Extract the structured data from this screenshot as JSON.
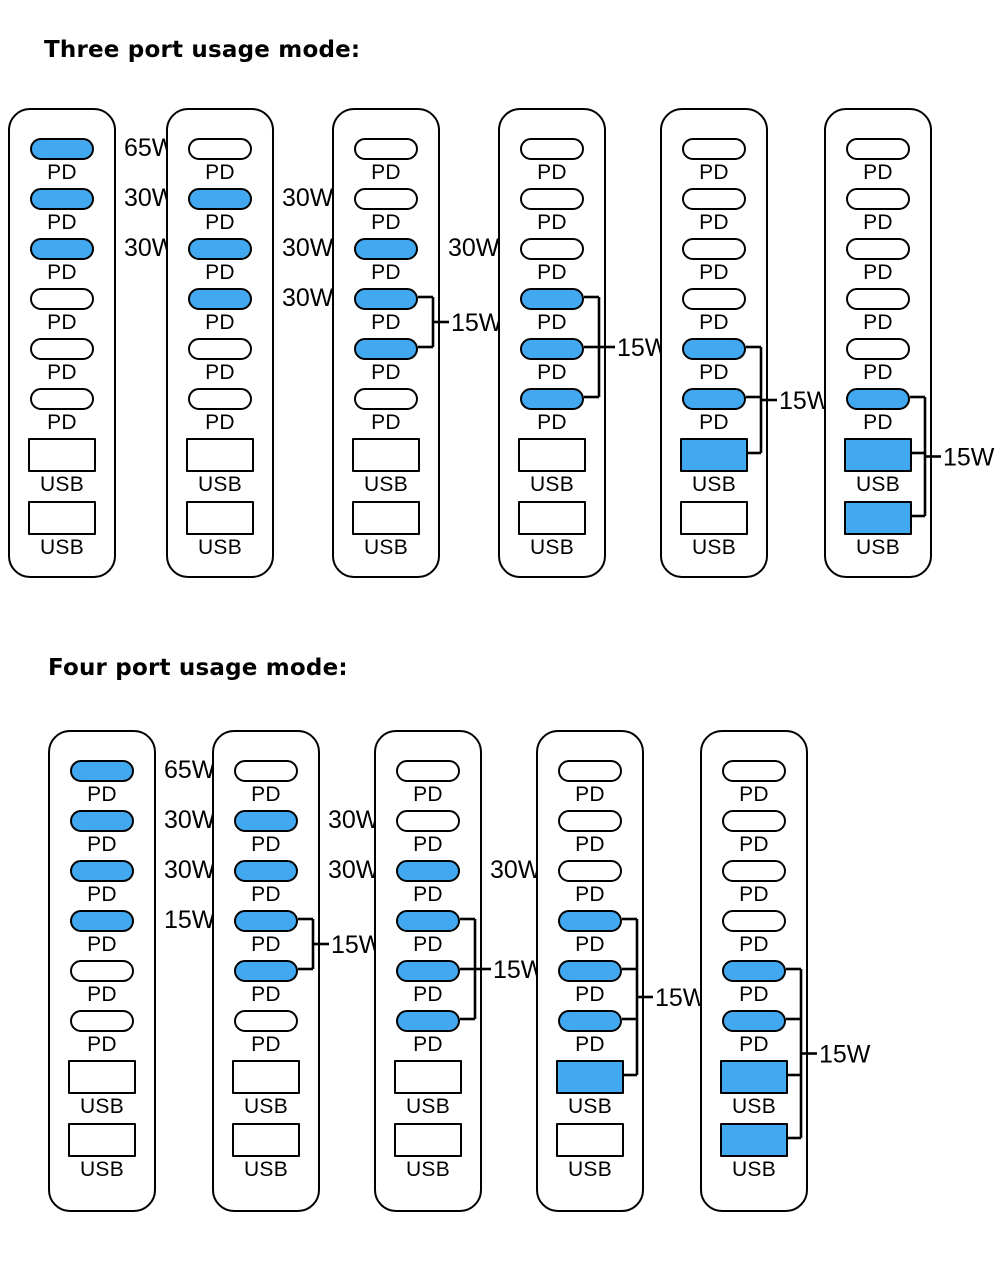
{
  "sections": [
    {
      "id": "three",
      "title": "Three port usage mode:",
      "devices": [
        {
          "name": "three-mode-1",
          "ports": [
            {
              "type": "PD",
              "label": "PD",
              "on": true
            },
            {
              "type": "PD",
              "label": "PD",
              "on": true
            },
            {
              "type": "PD",
              "label": "PD",
              "on": true
            },
            {
              "type": "PD",
              "label": "PD",
              "on": false
            },
            {
              "type": "PD",
              "label": "PD",
              "on": false
            },
            {
              "type": "PD",
              "label": "PD",
              "on": false
            },
            {
              "type": "USB",
              "label": "USB",
              "on": false
            },
            {
              "type": "USB",
              "label": "USB",
              "on": false
            }
          ],
          "annotations": [
            {
              "text": "65W",
              "port": 0,
              "kind": "single"
            },
            {
              "text": "30W",
              "port": 1,
              "kind": "single"
            },
            {
              "text": "30W",
              "port": 2,
              "kind": "single"
            }
          ]
        },
        {
          "name": "three-mode-2",
          "ports": [
            {
              "type": "PD",
              "label": "PD",
              "on": false
            },
            {
              "type": "PD",
              "label": "PD",
              "on": true
            },
            {
              "type": "PD",
              "label": "PD",
              "on": true
            },
            {
              "type": "PD",
              "label": "PD",
              "on": true
            },
            {
              "type": "PD",
              "label": "PD",
              "on": false
            },
            {
              "type": "PD",
              "label": "PD",
              "on": false
            },
            {
              "type": "USB",
              "label": "USB",
              "on": false
            },
            {
              "type": "USB",
              "label": "USB",
              "on": false
            }
          ],
          "annotations": [
            {
              "text": "30W",
              "port": 1,
              "kind": "single"
            },
            {
              "text": "30W",
              "port": 2,
              "kind": "single"
            },
            {
              "text": "30W",
              "port": 3,
              "kind": "single"
            }
          ]
        },
        {
          "name": "three-mode-3",
          "ports": [
            {
              "type": "PD",
              "label": "PD",
              "on": false
            },
            {
              "type": "PD",
              "label": "PD",
              "on": false
            },
            {
              "type": "PD",
              "label": "PD",
              "on": true
            },
            {
              "type": "PD",
              "label": "PD",
              "on": true
            },
            {
              "type": "PD",
              "label": "PD",
              "on": true
            },
            {
              "type": "PD",
              "label": "PD",
              "on": false
            },
            {
              "type": "USB",
              "label": "USB",
              "on": false
            },
            {
              "type": "USB",
              "label": "USB",
              "on": false
            }
          ],
          "annotations": [
            {
              "text": "30W",
              "port": 2,
              "kind": "single"
            },
            {
              "text": "15W",
              "ports": [
                3,
                4
              ],
              "kind": "bracket"
            }
          ]
        },
        {
          "name": "three-mode-4",
          "ports": [
            {
              "type": "PD",
              "label": "PD",
              "on": false
            },
            {
              "type": "PD",
              "label": "PD",
              "on": false
            },
            {
              "type": "PD",
              "label": "PD",
              "on": false
            },
            {
              "type": "PD",
              "label": "PD",
              "on": true
            },
            {
              "type": "PD",
              "label": "PD",
              "on": true
            },
            {
              "type": "PD",
              "label": "PD",
              "on": true
            },
            {
              "type": "USB",
              "label": "USB",
              "on": false
            },
            {
              "type": "USB",
              "label": "USB",
              "on": false
            }
          ],
          "annotations": [
            {
              "text": "15W",
              "ports": [
                3,
                4,
                5
              ],
              "kind": "bracket"
            }
          ]
        },
        {
          "name": "three-mode-5",
          "ports": [
            {
              "type": "PD",
              "label": "PD",
              "on": false
            },
            {
              "type": "PD",
              "label": "PD",
              "on": false
            },
            {
              "type": "PD",
              "label": "PD",
              "on": false
            },
            {
              "type": "PD",
              "label": "PD",
              "on": false
            },
            {
              "type": "PD",
              "label": "PD",
              "on": true
            },
            {
              "type": "PD",
              "label": "PD",
              "on": true
            },
            {
              "type": "USB",
              "label": "USB",
              "on": true
            },
            {
              "type": "USB",
              "label": "USB",
              "on": false
            }
          ],
          "annotations": [
            {
              "text": "15W",
              "ports": [
                4,
                5,
                6
              ],
              "kind": "bracket"
            }
          ]
        },
        {
          "name": "three-mode-6",
          "ports": [
            {
              "type": "PD",
              "label": "PD",
              "on": false
            },
            {
              "type": "PD",
              "label": "PD",
              "on": false
            },
            {
              "type": "PD",
              "label": "PD",
              "on": false
            },
            {
              "type": "PD",
              "label": "PD",
              "on": false
            },
            {
              "type": "PD",
              "label": "PD",
              "on": false
            },
            {
              "type": "PD",
              "label": "PD",
              "on": true
            },
            {
              "type": "USB",
              "label": "USB",
              "on": true
            },
            {
              "type": "USB",
              "label": "USB",
              "on": true
            }
          ],
          "annotations": [
            {
              "text": "15W",
              "ports": [
                5,
                6,
                7
              ],
              "kind": "bracket"
            }
          ]
        }
      ]
    },
    {
      "id": "four",
      "title": "Four port usage mode:",
      "devices": [
        {
          "name": "four-mode-1",
          "ports": [
            {
              "type": "PD",
              "label": "PD",
              "on": true
            },
            {
              "type": "PD",
              "label": "PD",
              "on": true
            },
            {
              "type": "PD",
              "label": "PD",
              "on": true
            },
            {
              "type": "PD",
              "label": "PD",
              "on": true
            },
            {
              "type": "PD",
              "label": "PD",
              "on": false
            },
            {
              "type": "PD",
              "label": "PD",
              "on": false
            },
            {
              "type": "USB",
              "label": "USB",
              "on": false
            },
            {
              "type": "USB",
              "label": "USB",
              "on": false
            }
          ],
          "annotations": [
            {
              "text": "65W",
              "port": 0,
              "kind": "single"
            },
            {
              "text": "30W",
              "port": 1,
              "kind": "single"
            },
            {
              "text": "30W",
              "port": 2,
              "kind": "single"
            },
            {
              "text": "15W",
              "port": 3,
              "kind": "single"
            }
          ]
        },
        {
          "name": "four-mode-2",
          "ports": [
            {
              "type": "PD",
              "label": "PD",
              "on": false
            },
            {
              "type": "PD",
              "label": "PD",
              "on": true
            },
            {
              "type": "PD",
              "label": "PD",
              "on": true
            },
            {
              "type": "PD",
              "label": "PD",
              "on": true
            },
            {
              "type": "PD",
              "label": "PD",
              "on": true
            },
            {
              "type": "PD",
              "label": "PD",
              "on": false
            },
            {
              "type": "USB",
              "label": "USB",
              "on": false
            },
            {
              "type": "USB",
              "label": "USB",
              "on": false
            }
          ],
          "annotations": [
            {
              "text": "30W",
              "port": 1,
              "kind": "single"
            },
            {
              "text": "30W",
              "port": 2,
              "kind": "single"
            },
            {
              "text": "15W",
              "ports": [
                3,
                4
              ],
              "kind": "bracket"
            }
          ]
        },
        {
          "name": "four-mode-3",
          "ports": [
            {
              "type": "PD",
              "label": "PD",
              "on": false
            },
            {
              "type": "PD",
              "label": "PD",
              "on": false
            },
            {
              "type": "PD",
              "label": "PD",
              "on": true
            },
            {
              "type": "PD",
              "label": "PD",
              "on": true
            },
            {
              "type": "PD",
              "label": "PD",
              "on": true
            },
            {
              "type": "PD",
              "label": "PD",
              "on": true
            },
            {
              "type": "USB",
              "label": "USB",
              "on": false
            },
            {
              "type": "USB",
              "label": "USB",
              "on": false
            }
          ],
          "annotations": [
            {
              "text": "30W",
              "port": 2,
              "kind": "single"
            },
            {
              "text": "15W",
              "ports": [
                3,
                4,
                5
              ],
              "kind": "bracket"
            }
          ]
        },
        {
          "name": "four-mode-4",
          "ports": [
            {
              "type": "PD",
              "label": "PD",
              "on": false
            },
            {
              "type": "PD",
              "label": "PD",
              "on": false
            },
            {
              "type": "PD",
              "label": "PD",
              "on": false
            },
            {
              "type": "PD",
              "label": "PD",
              "on": true
            },
            {
              "type": "PD",
              "label": "PD",
              "on": true
            },
            {
              "type": "PD",
              "label": "PD",
              "on": true
            },
            {
              "type": "USB",
              "label": "USB",
              "on": true
            },
            {
              "type": "USB",
              "label": "USB",
              "on": false
            }
          ],
          "annotations": [
            {
              "text": "15W",
              "ports": [
                3,
                4,
                5,
                6
              ],
              "kind": "bracket"
            }
          ]
        },
        {
          "name": "four-mode-5",
          "ports": [
            {
              "type": "PD",
              "label": "PD",
              "on": false
            },
            {
              "type": "PD",
              "label": "PD",
              "on": false
            },
            {
              "type": "PD",
              "label": "PD",
              "on": false
            },
            {
              "type": "PD",
              "label": "PD",
              "on": false
            },
            {
              "type": "PD",
              "label": "PD",
              "on": true
            },
            {
              "type": "PD",
              "label": "PD",
              "on": true
            },
            {
              "type": "USB",
              "label": "USB",
              "on": true
            },
            {
              "type": "USB",
              "label": "USB",
              "on": true
            }
          ],
          "annotations": [
            {
              "text": "15W",
              "ports": [
                4,
                5,
                6,
                7
              ],
              "kind": "bracket"
            }
          ]
        }
      ]
    }
  ],
  "layout": {
    "three_x": [
      8,
      166,
      332,
      498,
      660,
      824
    ],
    "four_x": [
      48,
      212,
      374,
      536,
      700
    ],
    "colors": {
      "active": "#42a8ef",
      "outline": "#000000",
      "background": "#ffffff"
    }
  }
}
